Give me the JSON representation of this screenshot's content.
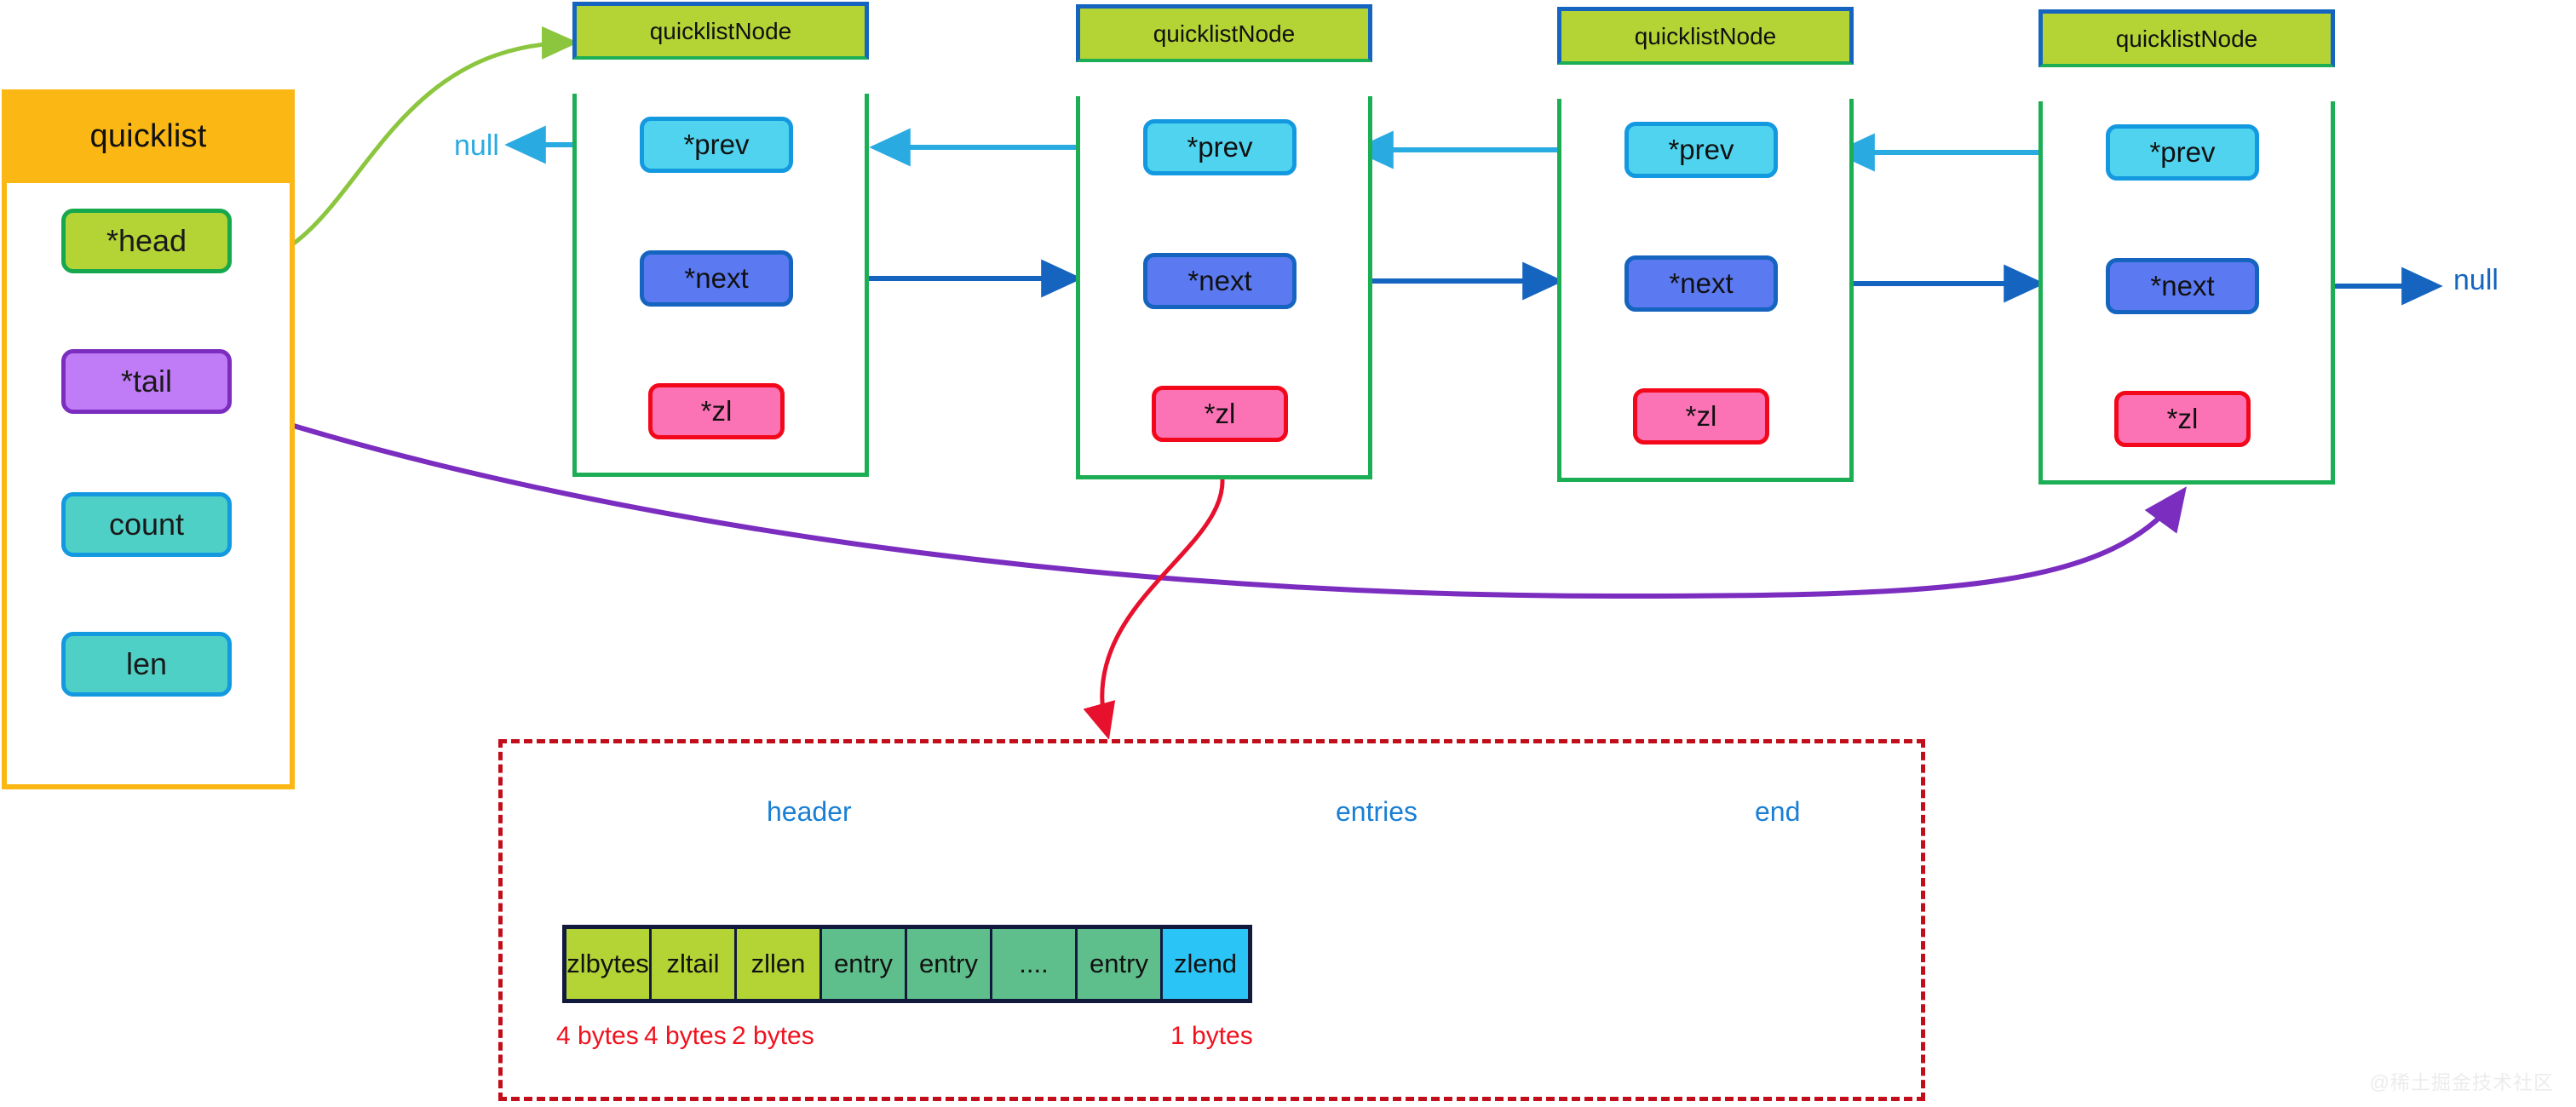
{
  "quicklist": {
    "title": "quicklist",
    "fields": [
      {
        "label": "*head"
      },
      {
        "label": "*tail"
      },
      {
        "label": "count"
      },
      {
        "label": "len"
      }
    ]
  },
  "nodes": [
    {
      "title": "quicklistNode",
      "prev": "*prev",
      "next": "*next",
      "zl": "*zl"
    },
    {
      "title": "quicklistNode",
      "prev": "*prev",
      "next": "*next",
      "zl": "*zl"
    },
    {
      "title": "quicklistNode",
      "prev": "*prev",
      "next": "*next",
      "zl": "*zl"
    },
    {
      "title": "quicklistNode",
      "prev": "*prev",
      "next": "*next",
      "zl": "*zl"
    }
  ],
  "null_labels": {
    "left": "null",
    "right": "null"
  },
  "ziplist": {
    "braces": [
      {
        "label": "header"
      },
      {
        "label": "entries"
      },
      {
        "label": "end"
      }
    ],
    "cells": [
      {
        "label": "zlbytes",
        "kind": "header",
        "width": 100,
        "bytes": "4 bytes"
      },
      {
        "label": "zltail",
        "kind": "header",
        "width": 100,
        "bytes": "4 bytes"
      },
      {
        "label": "zllen",
        "kind": "header",
        "width": 100,
        "bytes": "2 bytes"
      },
      {
        "label": "entry",
        "kind": "entry",
        "width": 100,
        "bytes": ""
      },
      {
        "label": "entry",
        "kind": "entry",
        "width": 100,
        "bytes": ""
      },
      {
        "label": "....",
        "kind": "entry",
        "width": 100,
        "bytes": ""
      },
      {
        "label": "entry",
        "kind": "entry",
        "width": 100,
        "bytes": ""
      },
      {
        "label": "zlend",
        "kind": "end",
        "width": 100,
        "bytes": "1 bytes"
      }
    ]
  },
  "watermark": "@稀土掘金技术社区",
  "colors": {
    "quicklist_header": "#FBB713",
    "node_header": "#B4D335",
    "prev": "#4FD3EE",
    "next": "#5B79F0",
    "zl": "#FB73B4",
    "head_arrow": "#8CC63F",
    "tail_arrow": "#7B2DBF",
    "zl_arrow": "#E8112D",
    "prev_arrow": "#29ABE2",
    "next_arrow": "#1565C0",
    "brace": "#1A7FD4",
    "bytes": "#F0121E",
    "dashed_border": "#C20E1A"
  }
}
